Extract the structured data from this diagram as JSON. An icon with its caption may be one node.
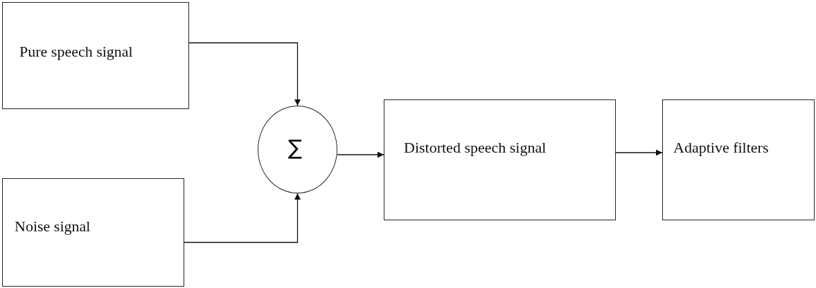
{
  "diagram": {
    "nodes": [
      {
        "text": [
          "Pure speech signal"
        ]
      },
      {
        "text": [
          "Noise signal"
        ]
      },
      {
        "text": [
          "∑"
        ]
      },
      {
        "text": [
          "Distorted speech signal"
        ]
      },
      {
        "text": [
          "Adaptive filters"
        ]
      }
    ],
    "edges": [
      {
        "from": 0,
        "to": 2,
        "arrow": "to"
      },
      {
        "from": 1,
        "to": 2,
        "arrow": "to"
      },
      {
        "from": 2,
        "to": 3,
        "arrow": "to"
      },
      {
        "from": 3,
        "to": 4,
        "arrow": "to"
      }
    ]
  }
}
